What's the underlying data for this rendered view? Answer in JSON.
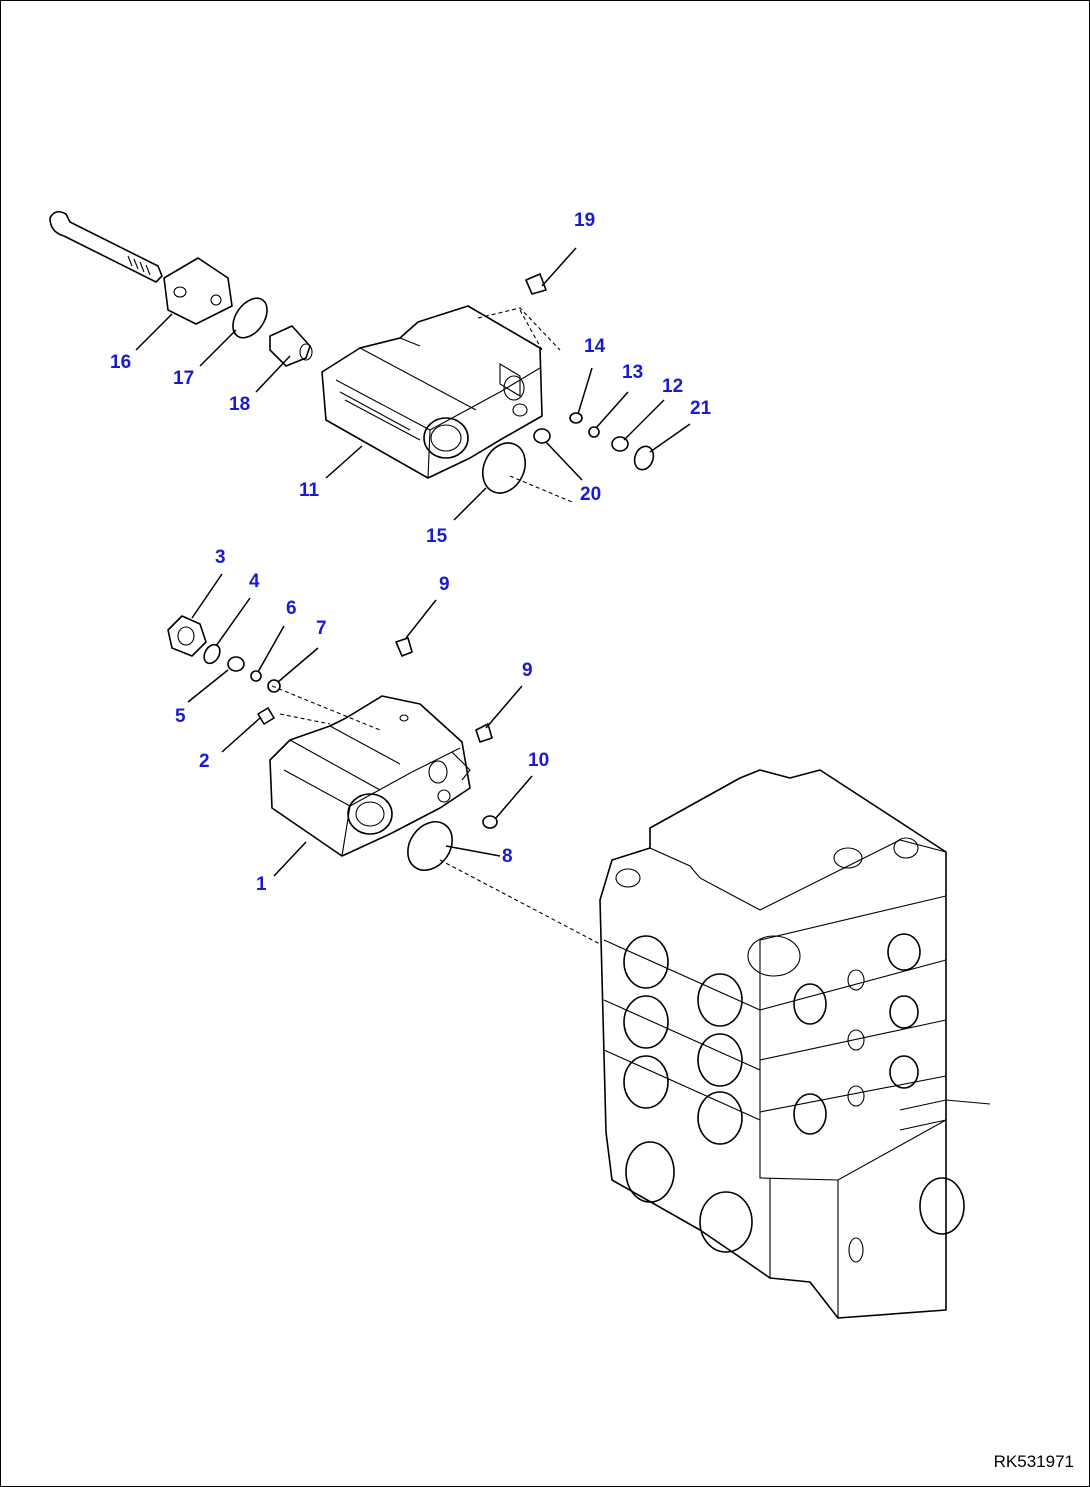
{
  "diagram": {
    "reference_code": "RK531971",
    "callouts": {
      "c1": "1",
      "c2": "2",
      "c3": "3",
      "c4": "4",
      "c5": "5",
      "c6": "6",
      "c7": "7",
      "c8": "8",
      "c9a": "9",
      "c9b": "9",
      "c10": "10",
      "c11": "11",
      "c12": "12",
      "c13": "13",
      "c14": "14",
      "c15": "15",
      "c16": "16",
      "c17": "17",
      "c18": "18",
      "c19": "19",
      "c20": "20",
      "c21": "21"
    }
  }
}
